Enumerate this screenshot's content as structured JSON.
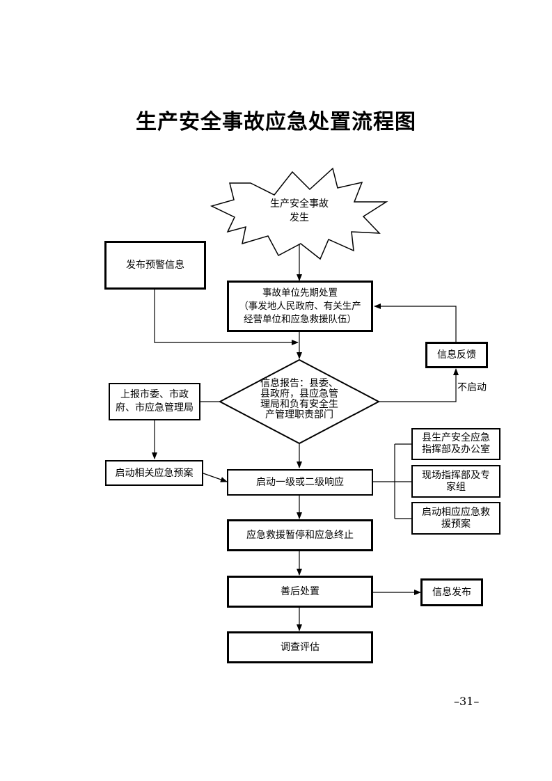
{
  "title": "生产安全事故应急处置流程图",
  "nodes": {
    "accident": "生产安全事故\n发生",
    "warning": "发布预警信息",
    "first_response": "事故单位先期处置\n（事发地人民政府、有关生产\n经营单位和应急救援队伍）",
    "feedback": "信息反馈",
    "report_decision": "信息报告：县委、\n县政府，县应急管\n理局和负有安全生\n产管理职责部门",
    "report_up": "上报市委、市政\n府、市应急管理局",
    "start_plan": "启动相关应急预案",
    "response": "启动一级或二级响应",
    "command_office": "县生产安全应急\n指挥部及办公室",
    "field_command": "现场指挥部及专\n家组",
    "rescue_plan": "启动相应应急救\n援预案",
    "suspend": "应急救援暂停和应急终止",
    "aftermath": "善后处置",
    "info_release": "信息发布",
    "evaluation": "调查评估"
  },
  "edge_labels": {
    "no_start": "不启动"
  },
  "page_number": "–31–"
}
